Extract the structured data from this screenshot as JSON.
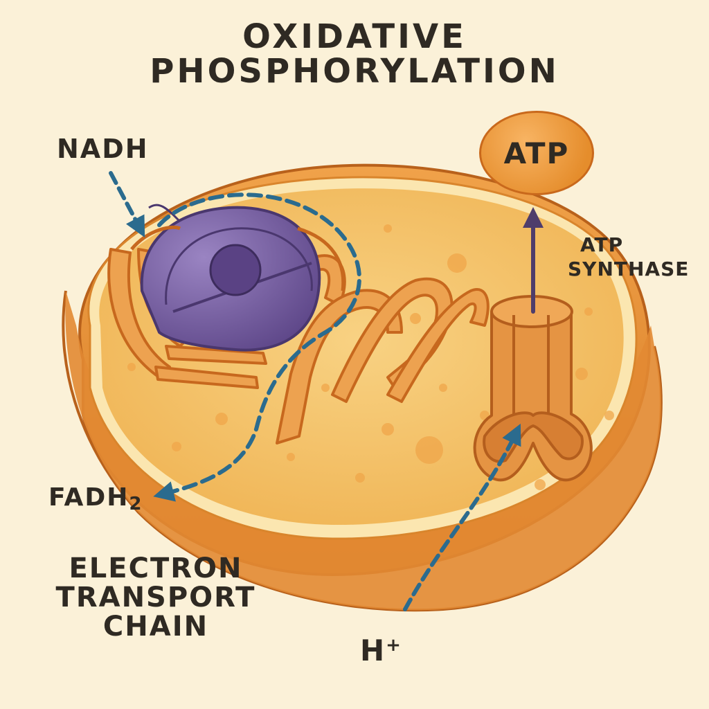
{
  "title": {
    "line1": "OXIDATIVE",
    "line2": "PHOSPHORYLATION"
  },
  "labels": {
    "nadh": "NADH",
    "fadh_base": "FADH",
    "fadh_sub": "2",
    "electron_transport_chain": [
      "ELECTRON",
      "TRANSPORT",
      "CHAIN"
    ],
    "atp": "ATP",
    "atp_synthase": [
      "ATP",
      "SYNTHASE"
    ],
    "h_base": "H",
    "h_sup": "+"
  },
  "colors": {
    "background": "#fbf1d8",
    "membrane_outer": "#e6892e",
    "matrix": "#f5c46a",
    "cristae": "#e39a45",
    "nucleus_purple": "#7b62a3",
    "arrow_blue": "#2b6b8e",
    "arrow_purple": "#4f3d6b",
    "text": "#2f2a23"
  }
}
